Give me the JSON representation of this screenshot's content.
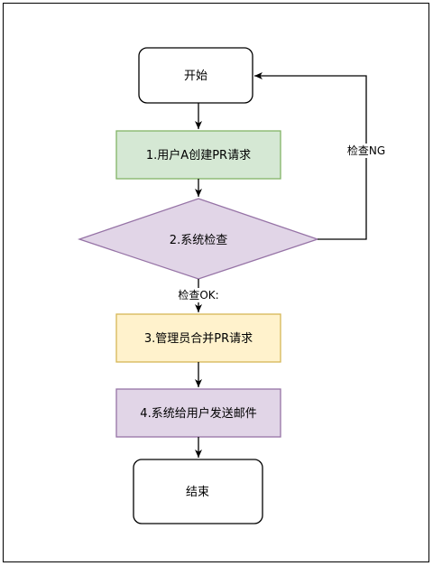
{
  "nodes": {
    "start": {
      "label": "开始"
    },
    "step1": {
      "label": "1.用户A创建PR请求",
      "fill": "#d5e8d4",
      "stroke": "#82b366"
    },
    "step2": {
      "label": "2.系统检查",
      "fill": "#e1d5e7",
      "stroke": "#9673a6"
    },
    "step3": {
      "label": "3.管理员合并PR请求",
      "fill": "#fff2cc",
      "stroke": "#d6b656"
    },
    "step4": {
      "label": "4.系统给用户发送邮件",
      "fill": "#e1d5e7",
      "stroke": "#9673a6"
    },
    "end": {
      "label": "结束"
    }
  },
  "edges": {
    "ok_label": "检查OK:",
    "ng_label": "检查NG"
  }
}
